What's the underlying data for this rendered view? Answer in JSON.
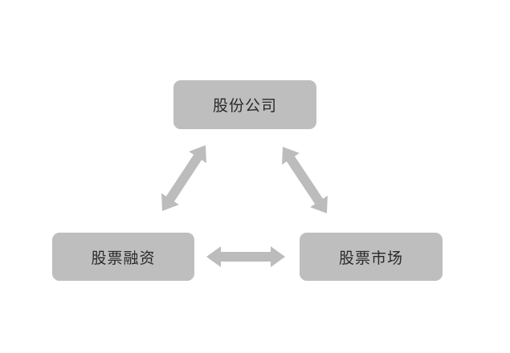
{
  "nodes": {
    "company": "股份公司",
    "financing": "股票融资",
    "market": "股票市场"
  },
  "colors": {
    "box": "#bebebe",
    "arrow": "#bcbcbc",
    "text": "#2a2a2a"
  },
  "edges": [
    {
      "from": "company",
      "to": "financing",
      "type": "bidirectional"
    },
    {
      "from": "company",
      "to": "market",
      "type": "bidirectional"
    },
    {
      "from": "financing",
      "to": "market",
      "type": "bidirectional"
    }
  ]
}
